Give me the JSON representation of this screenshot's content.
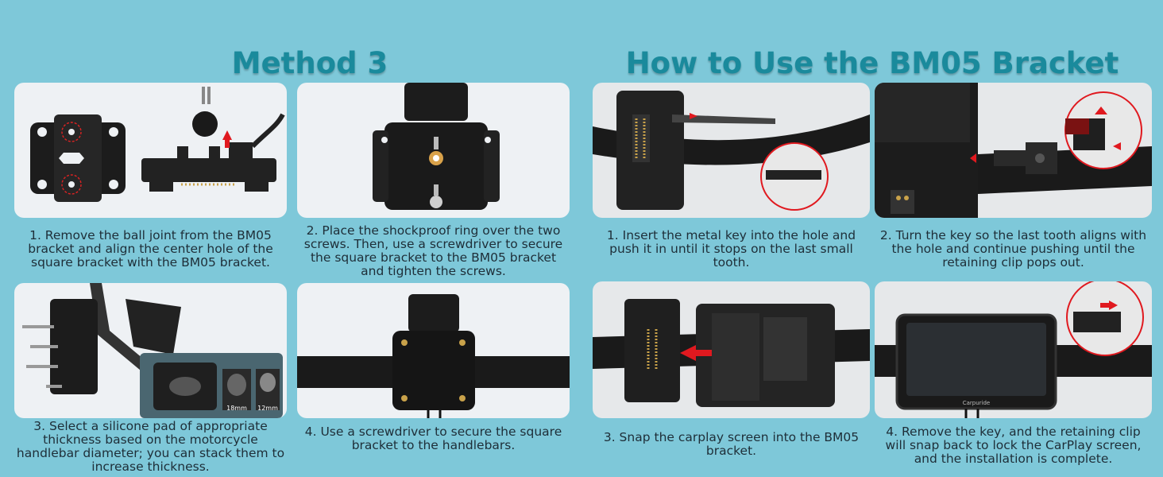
{
  "headings": {
    "left": "Method 3",
    "right": "How to Use the BM05 Bracket"
  },
  "steps": [
    {
      "caption": "1. Remove the ball joint from the BM05 bracket and align the center hole of the square bracket with the BM05 bracket."
    },
    {
      "caption": "2. Place the shockproof ring over the two screws. Then, use a screwdriver to secure the square bracket to the BM05 bracket and tighten the screws."
    },
    {
      "caption": "3. Select a silicone pad of appropriate thickness based on the motorcycle handlebar diameter; you can stack them to increase thickness.",
      "pad_labels": [
        "18mm",
        "12mm"
      ]
    },
    {
      "caption": "4. Use a screwdriver to secure the square bracket to the handlebars."
    }
  ],
  "usage": [
    {
      "caption": "1. Insert the metal key into the hole and push it in until it stops on the last small tooth."
    },
    {
      "caption": "2. Turn the key so the last tooth aligns with the hole and continue pushing until the retaining clip pops out."
    },
    {
      "caption": "3. Snap the carplay screen into the BM05 bracket."
    },
    {
      "caption": "4. Remove the key, and the retaining clip will snap back to lock the CarPlay screen, and the installation is complete.",
      "screen_brand": "Carpuride"
    }
  ],
  "colors": {
    "background": "#7ec8d9",
    "heading": "#1a8a9c",
    "arrow": "#e0191f"
  }
}
